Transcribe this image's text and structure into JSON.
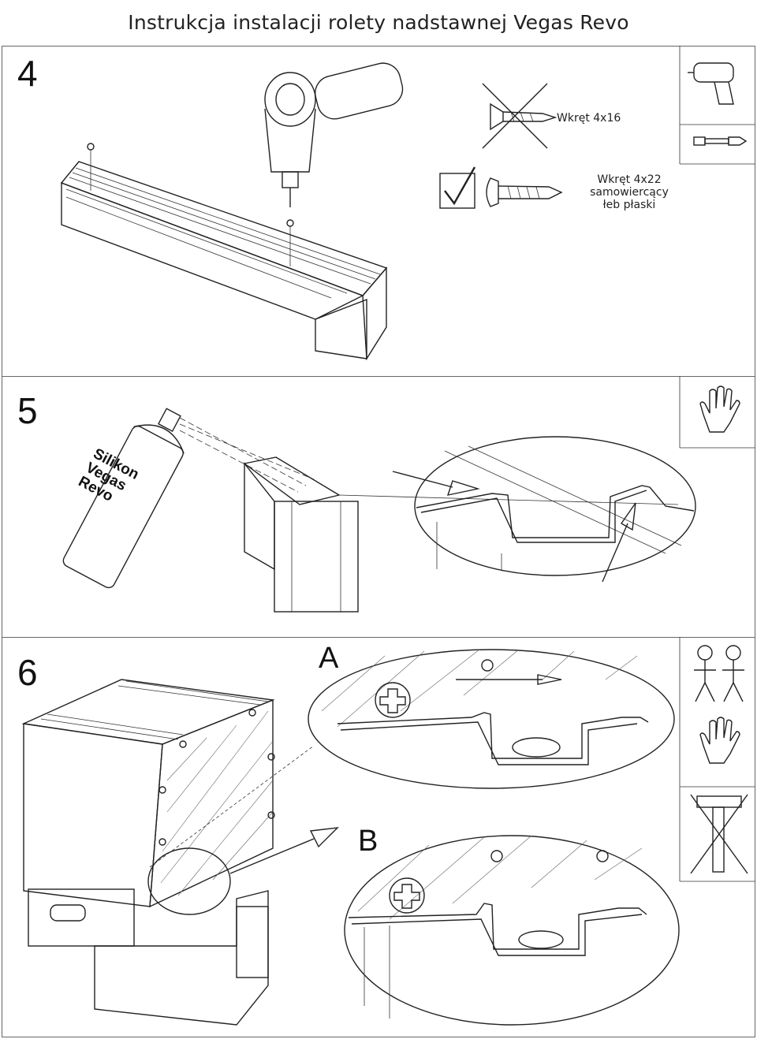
{
  "page": {
    "title": "Instrukcja instalacji rolety nadstawnej Vegas Revo"
  },
  "step4": {
    "number": "4",
    "wrong_screw": {
      "label": "Wkręt 4x16",
      "status": "rejected"
    },
    "correct_screw": {
      "label_lines": [
        "Wkręt 4x22",
        "samowiercący",
        "łeb płaski"
      ],
      "status": "approved"
    },
    "tools": [
      "drill-icon",
      "drill-bit-icon"
    ]
  },
  "step5": {
    "number": "5",
    "spray_can_label_lines": [
      "Silikon",
      "Vegas",
      "Revo"
    ],
    "tools": [
      "hand-icon"
    ]
  },
  "step6": {
    "number": "6",
    "detail_a_label": "A",
    "detail_b_label": "B",
    "tools": [
      "two-people-icon",
      "hand-icon",
      "no-hammer-icon"
    ]
  }
}
